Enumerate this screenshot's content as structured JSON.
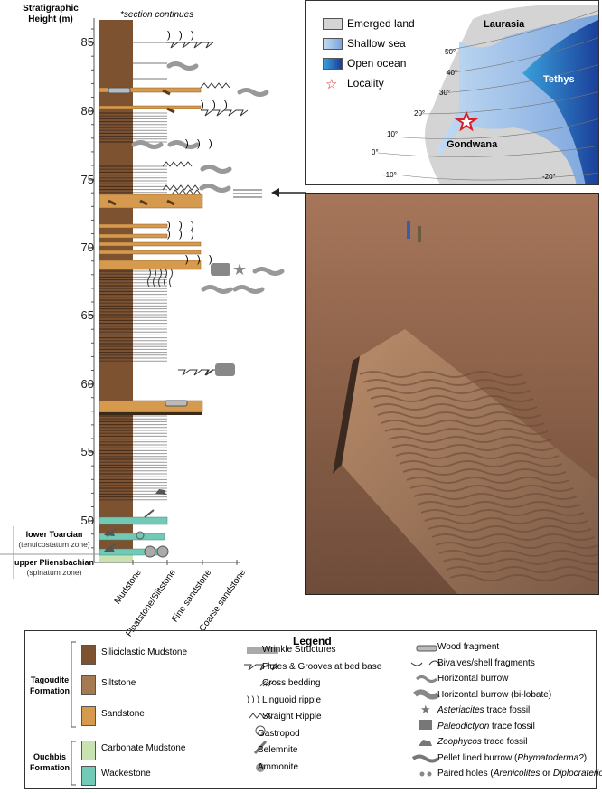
{
  "column": {
    "y_axis_title": "Stratigraphic Height (m)",
    "note": "*section continues",
    "ticks": [
      "85",
      "80",
      "75",
      "70",
      "65",
      "60",
      "55",
      "50"
    ],
    "x_labels": [
      "Mudstone",
      "Floatstone/Siltstone",
      "Fine sandstone",
      "Coarse sandstone"
    ],
    "zones": [
      {
        "name": "lower Toarcian",
        "sub": "(tenuicostatum zone)"
      },
      {
        "name": "upper Pliensbachian",
        "sub": "(spinatum zone)"
      }
    ]
  },
  "map": {
    "legend": [
      "Emerged land",
      "Shallow sea",
      "Open ocean",
      "Locality"
    ],
    "labels": {
      "laurasia": "Laurasia",
      "tethys": "Tethys",
      "gondwana": "Gondwana"
    },
    "latitudes": [
      "50°",
      "40°",
      "30°",
      "20°",
      "10°",
      "0°",
      "-10°",
      "-20°"
    ],
    "colors": {
      "land": "#d4d4d4",
      "shallow": "#8fb4e3",
      "ocean": "#1f4fa8",
      "locality": "#d8202a"
    }
  },
  "legend": {
    "title": "Legend",
    "formations": [
      {
        "name": "Tagoudite Formation",
        "items": [
          {
            "label": "Siliciclastic Mudstone",
            "color": "#7d5230"
          },
          {
            "label": "Siltstone",
            "color": "#a57a50"
          },
          {
            "label": "Sandstone",
            "color": "#d69a4e"
          }
        ]
      },
      {
        "name": "Ouchbis Formation",
        "items": [
          {
            "label": "Carbonate Mudstone",
            "color": "#c8e2b0"
          },
          {
            "label": "Wackestone",
            "color": "#72c9b5"
          }
        ]
      }
    ],
    "structures": [
      "Wrinkle Structures",
      "Flutes & Grooves at bed base",
      "Cross bedding",
      "Linguoid ripple",
      "Straight Ripple",
      "Gastropod",
      "Belemnite",
      "Ammonite"
    ],
    "traces": [
      {
        "label": "Wood fragment"
      },
      {
        "label": "Bivalves/shell fragments"
      },
      {
        "label": "Horizontal burrow"
      },
      {
        "label": "Horizontal burrow (bi-lobate)"
      },
      {
        "italic": "Asteriacites",
        "rest": " trace fossil"
      },
      {
        "italic": "Paleodictyon",
        "rest": " trace fossil"
      },
      {
        "italic": "Zoophycos",
        "rest": " trace fossil"
      },
      {
        "pre": "Pellet lined burrow (",
        "italic": "Phymatoderma?",
        "rest": ")"
      },
      {
        "pre": "Paired holes (",
        "italic": "Arenicolites",
        "mid": " or ",
        "italic2": "Diplocraterion",
        "rest": ")"
      }
    ]
  }
}
